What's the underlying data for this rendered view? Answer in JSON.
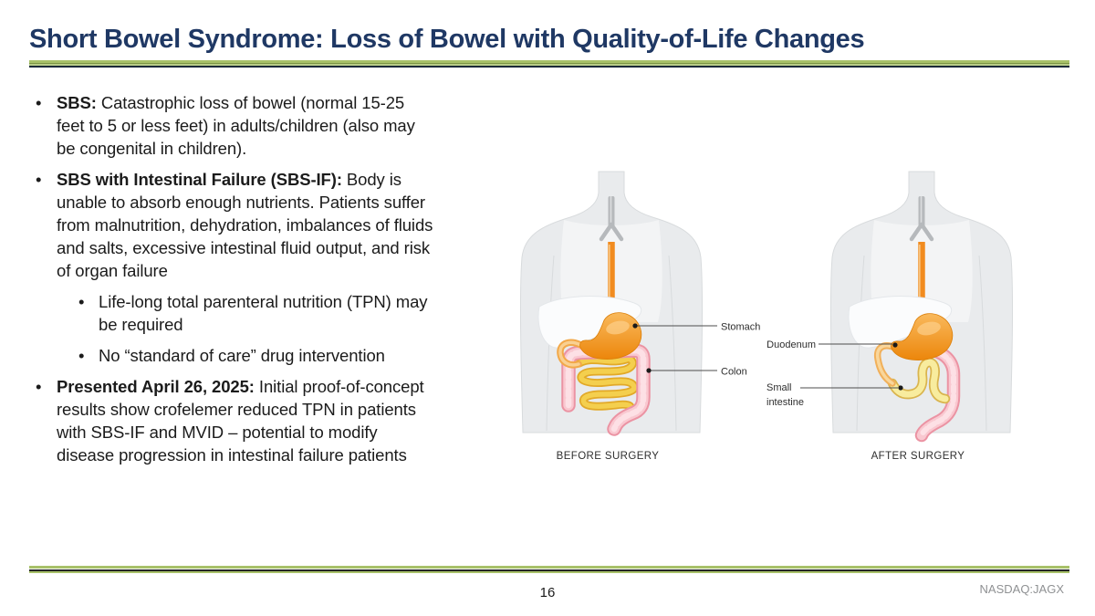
{
  "slide": {
    "title": "Short Bowel Syndrome: Loss of Bowel with Quality-of-Life Changes",
    "page_number": "16",
    "ticker": "NASDAQ:JAGX"
  },
  "colors": {
    "title_navy": "#1F3864",
    "accent_green": "#A8C169",
    "body_text": "#1B1B1B",
    "ticker_gray": "#8F9193",
    "stomach_orange": "#EE8A10",
    "colon_pink": "#F9C8D0",
    "small_intestine_yellow": "#F4CF4E"
  },
  "bullets": [
    {
      "lead": "SBS:",
      "text": " Catastrophic loss of bowel (normal 15-25 feet to 5 or less feet) in adults/children (also may be congenital in children)."
    },
    {
      "lead": "SBS with Intestinal Failure (SBS-IF):",
      "text": " Body is unable to absorb enough nutrients. Patients suffer from malnutrition, dehydration, imbalances of fluids and salts, excessive intestinal fluid output, and risk of organ failure"
    },
    {
      "lead": "",
      "text": "Life-long total parenteral nutrition (TPN) may be required"
    },
    {
      "lead": "",
      "text": "No “standard of care” drug intervention"
    },
    {
      "lead": "Presented April 26, 2025:",
      "text": " Initial proof-of-concept results show crofelemer reduced TPN in patients with SBS-IF and MVID – potential to modify disease progression in intestinal failure patients"
    }
  ],
  "illustration": {
    "labels": {
      "stomach": "Stomach",
      "duodenum": "Duodenum",
      "colon": "Colon",
      "small_intestine_line1": "Small",
      "small_intestine_line2": "intestine"
    },
    "captions": {
      "before": "BEFORE SURGERY",
      "after": "AFTER SURGERY"
    }
  }
}
